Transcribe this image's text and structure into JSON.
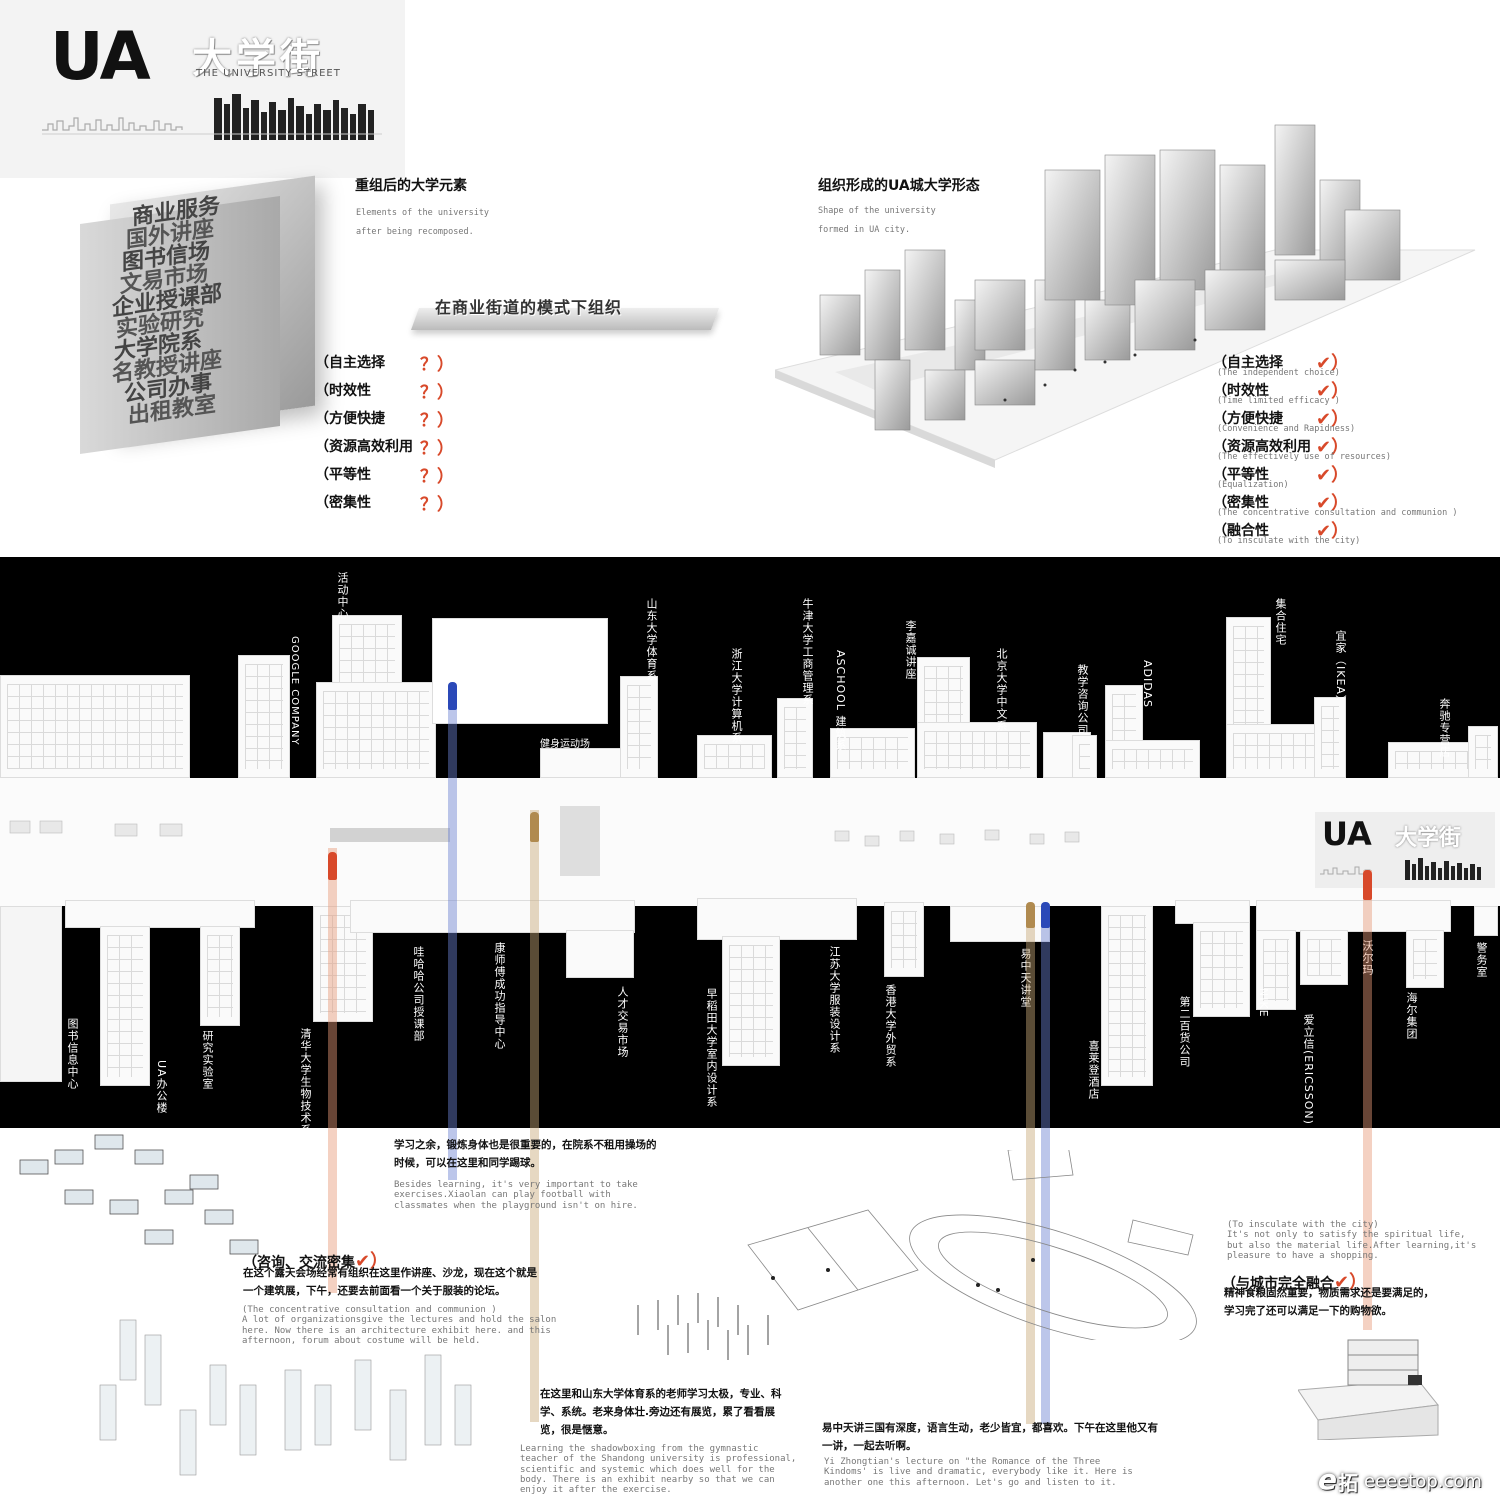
{
  "logo": {
    "ua": "UA",
    "cn_title": "大学街",
    "en_title": "THE UNIVERSITY STREET"
  },
  "left_section": {
    "title": "重组后的大学元素",
    "subtitle_line1": "Elements of the university",
    "subtitle_line2": "after being recomposed.",
    "slab_text": "在商业街道的模式下组织",
    "block_words": [
      "商业服务",
      "国外讲座",
      "图书信场",
      "文易市场",
      "企业授课部",
      "实验研究",
      "大学院系",
      "名教授讲座",
      "公司办事",
      "出租教室"
    ],
    "criteria": [
      {
        "label": "（自主选择",
        "mark": "？）"
      },
      {
        "label": "（时效性",
        "mark": "？）"
      },
      {
        "label": "（方便快捷",
        "mark": "？）"
      },
      {
        "label": "（资源高效利用",
        "mark": "？）"
      },
      {
        "label": "（平等性",
        "mark": "？）"
      },
      {
        "label": "（密集性",
        "mark": "？）"
      }
    ]
  },
  "right_section": {
    "title": "组织形成的UA城大学形态",
    "subtitle_line1": "Shape of the university",
    "subtitle_line2": "formed in UA city.",
    "criteria": [
      {
        "label": "（自主选择",
        "mark": "✔）",
        "note": "(The independent choice)"
      },
      {
        "label": "（时效性",
        "mark": "✔）",
        "note": "(Time limited efficacy )"
      },
      {
        "label": "（方便快捷",
        "mark": "✔）",
        "note": "(Convenience and Rapidness)"
      },
      {
        "label": "（资源高效利用",
        "mark": "✔）",
        "note": "(The effectively use of resources)"
      },
      {
        "label": "（平等性",
        "mark": "✔）",
        "note": "(Equalization)"
      },
      {
        "label": "（密集性",
        "mark": "✔）",
        "note": "(The concentrative consultation and communion )"
      },
      {
        "label": "（融合性",
        "mark": "✔）",
        "note": "(To insculate with the city)"
      }
    ]
  },
  "street": {
    "top_labels": [
      "活动中心",
      "GOOGLE COMPANY",
      "山东大学体育系",
      "健身运动场",
      "浙江大学计算机系",
      "牛津大学工商管理系",
      "ASCHOOL 建筑系",
      "李嘉诚讲座",
      "北京大学中文系",
      "教学咨询公司",
      "ADIDAS",
      "集合住宅",
      "宜家（IKEA）",
      "奔驰专营店"
    ],
    "bottom_labels": [
      "图书信息中心",
      "UA办公楼",
      "研究实验室",
      "清华大学生物技术系",
      "哇哈哈公司授课部",
      "康师傅成功指导中心",
      "人才交易市场",
      "早稻田大学室内设计系",
      "江苏大学服装设计系",
      "香港大学外贸系",
      "易中天讲堂",
      "喜莱登酒店",
      "第二百货公司",
      "NIKE",
      "爱立信(ERICSSON)",
      "沃尔玛",
      "海尔集团",
      "警务室"
    ],
    "small_logo_ua": "UA",
    "small_logo_cn": "大学街"
  },
  "stories": {
    "football": {
      "cn": "学习之余，锻炼身体也是很重要的，在院系不租用操场的时候，可以在这里和同学踢球。",
      "en": "Besides learning, it's very important to take exercises.Xiaolan can play football with classmates when the playground isn't on hire."
    },
    "consult": {
      "heading": "（咨询、交流密集",
      "mark": "✔）",
      "cn": "在这个露天会场经常有组织在这里作讲座、沙龙，现在这个就是一个建筑展，下午，还要去前面看一个关于服装的论坛。",
      "en": "(The concentrative consultation and communion )\nA lot of organizationsgive the lectures and hold the salon here. Now there is an architecture exhibit here. and this afternoon, forum about costume will be held."
    },
    "taiji": {
      "cn": "在这里和山东大学体育系的老师学习太极，专业、科学、系统。老来身体壮.旁边还有展览，累了看看展览，很是惬意。",
      "en": "Learning the shadowboxing from the gymnastic teacher of the Shandong university is professional, scientific and systemic which does well for the body. There is an exhibit nearby so that we can enjoy it after the exercise."
    },
    "lecture": {
      "cn": "易中天讲三国有深度，语言生动，老少皆宜，都喜欢。下午在这里他又有一讲，一起去听啊。",
      "en": "Yi Zhongtian's lecture on \"the Romance of the Three Kindoms' is live and dramatic, everybody like it. Here is another one this afternoon. Let's go and listen to it."
    },
    "city": {
      "heading": "（与城市完全融合",
      "mark": "✔）",
      "en": "(To insculate with the city)\nIt's not only to satisfy the spiritual life, but also the material life.After learning,it's pleasure to have a shopping.",
      "cn": "精神食粮固然重要，物质需求还是要满足的，学习完了还可以满足一下的购物欲。"
    }
  },
  "watermark": {
    "e": "e",
    "tuo": "拓",
    "site": "eeeetop.com"
  },
  "colors": {
    "red": "#d8492a",
    "orange": "#e79a78",
    "blue": "#2b49b8",
    "tan": "#b08a4f",
    "black": "#000000"
  }
}
